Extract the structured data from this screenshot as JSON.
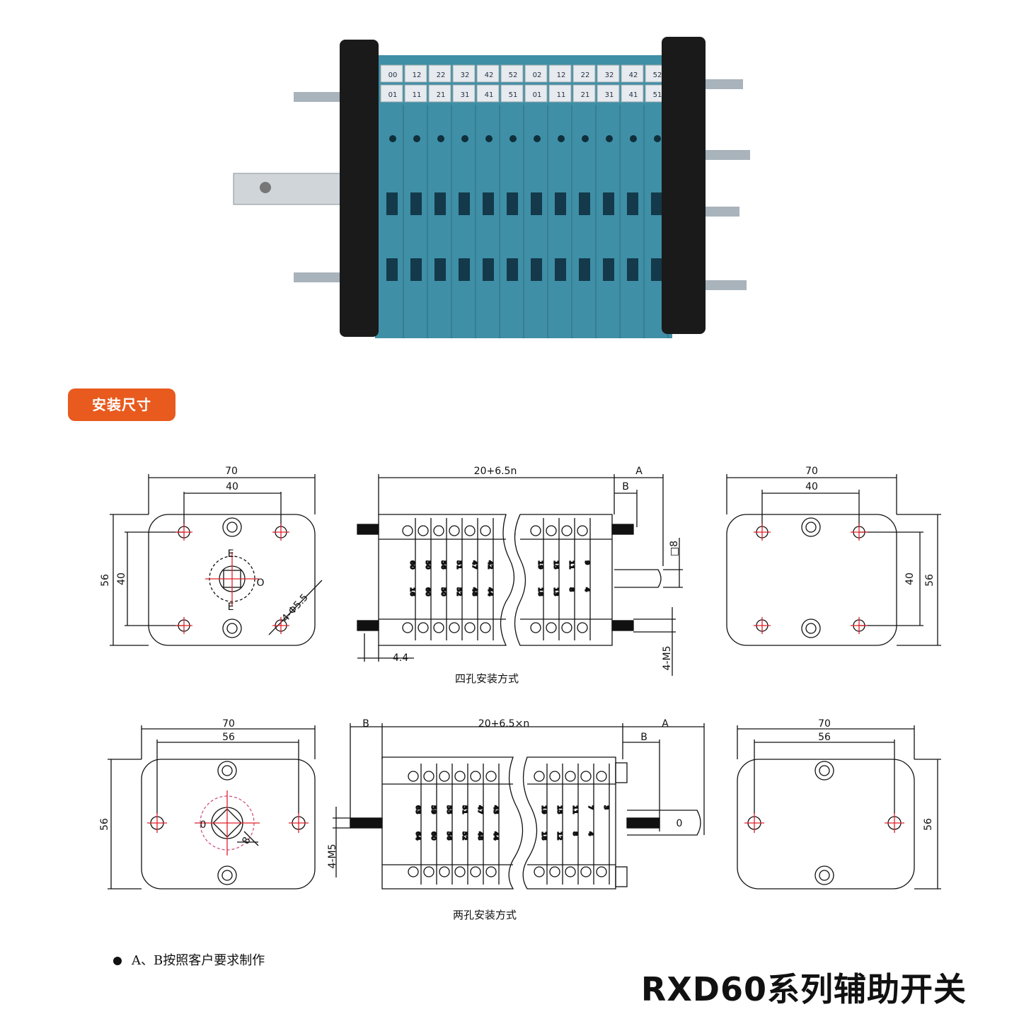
{
  "section_label": "安装尺寸",
  "product_title": "RXD60系列辅助开关",
  "note": "A、B按照客户要求制作",
  "colors": {
    "accent": "#e85a1e",
    "body_blue": "#3f8fa6",
    "frame_black": "#1a1a1a"
  },
  "photo": {
    "top_labels": [
      "00",
      "12",
      "22",
      "32",
      "42",
      "52",
      "02",
      "12",
      "22",
      "32",
      "42",
      "52"
    ],
    "bottom_labels": [
      "01",
      "11",
      "21",
      "31",
      "41",
      "51",
      "01",
      "11",
      "21",
      "31",
      "41",
      "51"
    ]
  },
  "four_hole": {
    "caption": "四孔安装方式",
    "front": {
      "width": "70",
      "hole_spacing_h": "40",
      "height": "56",
      "hole_spacing_v": "40",
      "hole_note": "4-Φ5.5",
      "marks": [
        "E",
        "O",
        "E"
      ]
    },
    "side": {
      "length": "20+6.5n",
      "a": "A",
      "b": "B",
      "shaft": "□8",
      "offset": "4.4",
      "thread": "4-M5",
      "upper_terms": [
        "60",
        "50",
        "56",
        "51",
        "47",
        "42",
        "",
        "19",
        "15",
        "11",
        "9"
      ],
      "lower_terms": [
        "16",
        "60",
        "50",
        "52",
        "48",
        "44",
        "",
        "18",
        "13",
        "8",
        "4"
      ]
    },
    "rear": {
      "width": "70",
      "hole_spacing_h": "40",
      "height": "56",
      "hole_spacing_v": "40"
    }
  },
  "two_hole": {
    "caption": "两孔安装方式",
    "front": {
      "width": "70",
      "hole_spacing_h": "56",
      "height": "56",
      "marks": [
        "0",
        "8"
      ]
    },
    "side": {
      "length": "20+6.5×n",
      "a": "A",
      "b": "B",
      "b2": "B",
      "shaft_mark": "0",
      "thread": "4-M5",
      "upper_terms": [
        "63",
        "59",
        "55",
        "51",
        "47",
        "43",
        "",
        "19",
        "15",
        "11",
        "7",
        "3"
      ],
      "lower_terms": [
        "64",
        "60",
        "56",
        "52",
        "48",
        "44",
        "",
        "18",
        "12",
        "8",
        "4"
      ]
    },
    "rear": {
      "width": "70",
      "hole_spacing_h": "56",
      "height": "56"
    }
  }
}
